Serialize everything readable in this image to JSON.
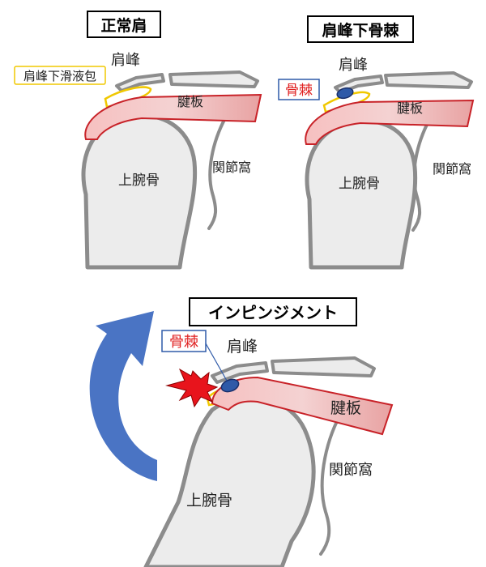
{
  "panels": {
    "normal": {
      "title": "正常肩",
      "acromion_label": "肩峰",
      "bursa_label": "肩峰下滑液包",
      "tendon_label": "腱板",
      "humerus_label": "上腕骨",
      "glenoid_label": "関節窩"
    },
    "spur": {
      "title": "肩峰下骨棘",
      "acromion_label": "肩峰",
      "spur_label": "骨棘",
      "tendon_label": "腱板",
      "humerus_label": "上腕骨",
      "glenoid_label": "関節窩"
    },
    "impingement": {
      "title": "インピンジメント",
      "acromion_label": "肩峰",
      "spur_label": "骨棘",
      "tendon_label": "腱板",
      "humerus_label": "上腕骨",
      "glenoid_label": "関節窩"
    }
  },
  "colors": {
    "bone_fill": "#ececec",
    "bone_stroke": "#8c8c8c",
    "tendon": "#c82228",
    "bursa": "#f0c800",
    "spur": "#2f5aa8",
    "arrow": "#4a74c4",
    "impact": "#e8141c",
    "spur_text": "#e02020"
  },
  "icons": {
    "motion_arrow": "curved-arrow-icon",
    "impact_burst": "impact-burst-icon"
  }
}
